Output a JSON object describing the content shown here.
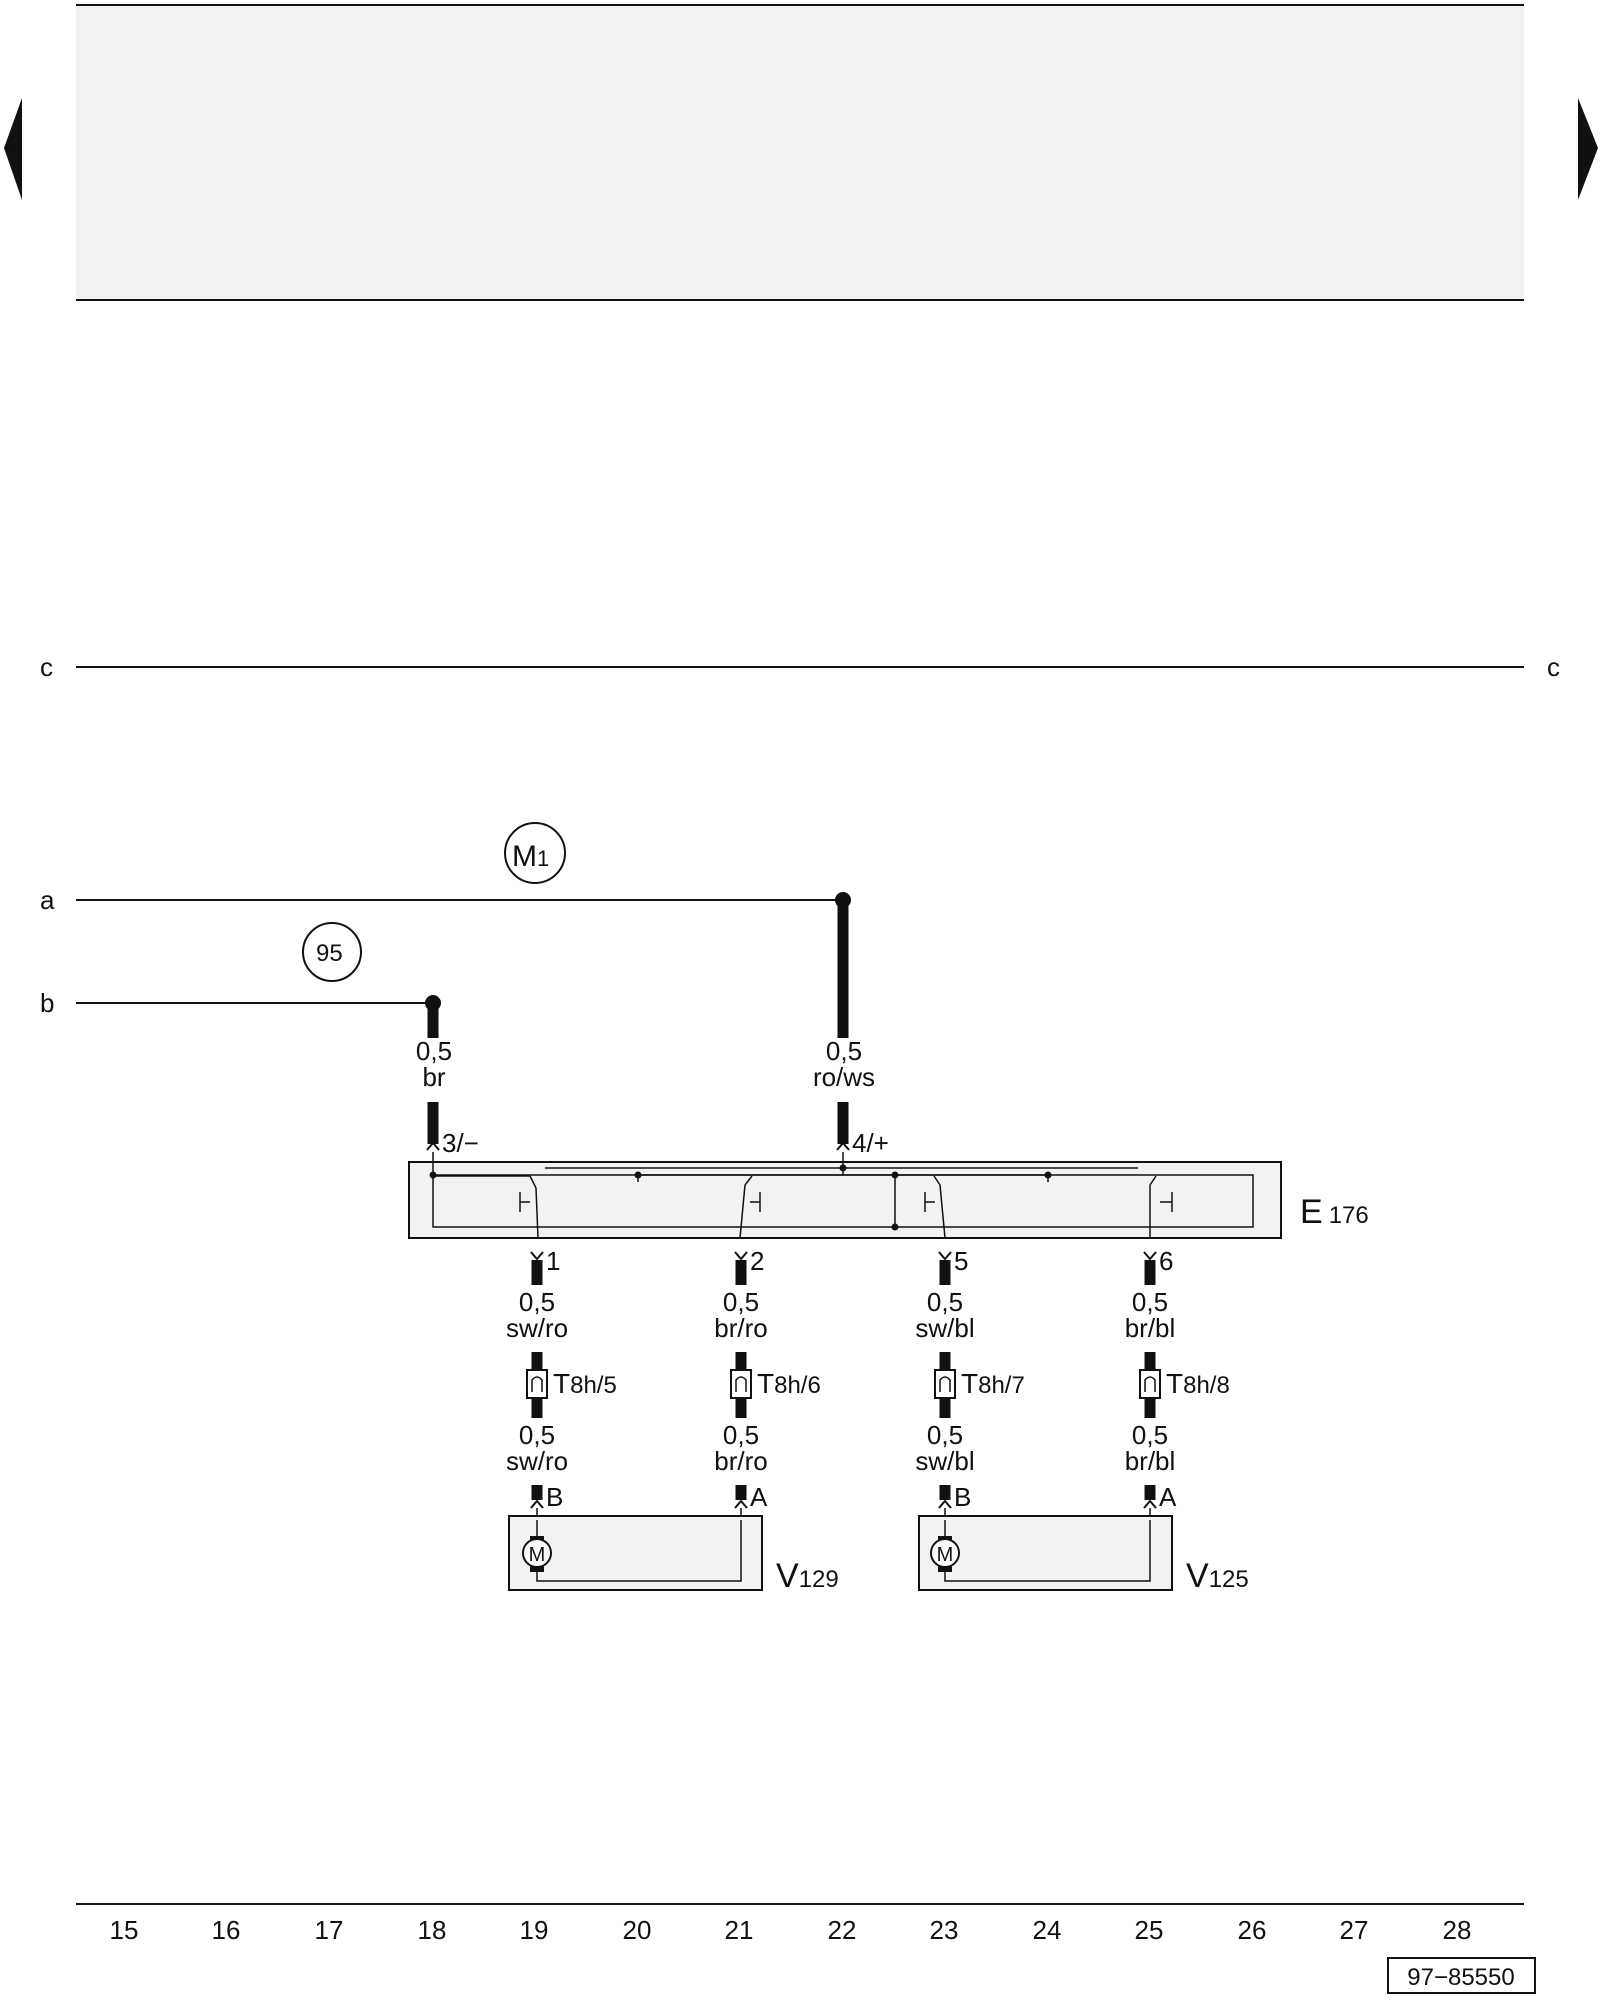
{
  "nav": {
    "prev_icon": "triangle-left-icon",
    "next_icon": "triangle-right-icon"
  },
  "bus_lines": {
    "c_left": "c",
    "c_right": "c",
    "a": "a",
    "b": "b"
  },
  "references": {
    "m1_main": "M",
    "m1_sub": "1",
    "ref95": "95"
  },
  "supply_wires": [
    {
      "gauge": "0,5",
      "color": "br",
      "pin": "3/−"
    },
    {
      "gauge": "0,5",
      "color": "ro/ws",
      "pin": "4/+"
    }
  ],
  "switch_unit": {
    "letter": "E",
    "number": "176"
  },
  "output_wires": [
    {
      "pin": "1",
      "upper_gauge": "0,5",
      "upper_color": "sw/ro",
      "connector": "T8h/5",
      "connector_main": "T",
      "connector_sub": "8h/5",
      "lower_gauge": "0,5",
      "lower_color": "sw/ro",
      "motor_pin": "B"
    },
    {
      "pin": "2",
      "upper_gauge": "0,5",
      "upper_color": "br/ro",
      "connector": "T8h/6",
      "connector_main": "T",
      "connector_sub": "8h/6",
      "lower_gauge": "0,5",
      "lower_color": "br/ro",
      "motor_pin": "A"
    },
    {
      "pin": "5",
      "upper_gauge": "0,5",
      "upper_color": "sw/bl",
      "connector": "T8h/7",
      "connector_main": "T",
      "connector_sub": "8h/7",
      "lower_gauge": "0,5",
      "lower_color": "sw/bl",
      "motor_pin": "B"
    },
    {
      "pin": "6",
      "upper_gauge": "0,5",
      "upper_color": "br/bl",
      "connector": "T8h/8",
      "connector_main": "T",
      "connector_sub": "8h/8",
      "lower_gauge": "0,5",
      "lower_color": "br/bl",
      "motor_pin": "A"
    }
  ],
  "motors": [
    {
      "letter": "V",
      "number": "129",
      "symbol": "M"
    },
    {
      "letter": "V",
      "number": "125",
      "symbol": "M"
    }
  ],
  "track_numbers": [
    "15",
    "16",
    "17",
    "18",
    "19",
    "20",
    "21",
    "22",
    "23",
    "24",
    "25",
    "26",
    "27",
    "28"
  ],
  "figure_id": "97−85550",
  "colors": {
    "header_band": "#f2f2f2",
    "ink": "#111111"
  }
}
